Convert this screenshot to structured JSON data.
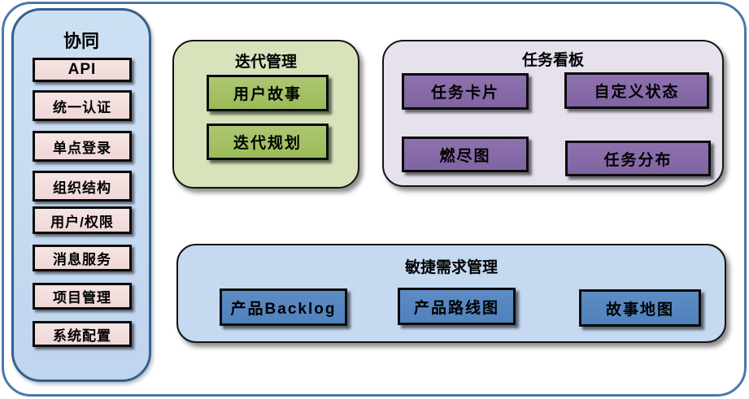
{
  "palette": {
    "outer_border": "#4a78ae",
    "sidebar_fill": "#c4d8ef",
    "sidebar_border": "#36608f",
    "sidebar_item_fill": "#f2dcdb",
    "iteration_panel_fill": "#d7e4bb",
    "iteration_box_fill": "#9bbb59",
    "taskboard_panel_fill": "#e6e1ed",
    "taskboard_box_fill": "#8064a2",
    "requirements_panel_fill": "#c5d9f1",
    "requirements_box_fill": "#4f81bd",
    "box_border": "#000000",
    "text": "#000000"
  },
  "sidebar": {
    "title": "协同",
    "items": [
      "API",
      "统一认证",
      "单点登录",
      "组织结构",
      "用户/权限",
      "消息服务",
      "项目管理",
      "系统配置"
    ]
  },
  "panels": {
    "iteration": {
      "title": "迭代管理",
      "items": [
        "用户故事",
        "迭代规划"
      ]
    },
    "taskboard": {
      "title": "任务看板",
      "items": [
        "任务卡片",
        "自定义状态",
        "燃尽图",
        "任务分布"
      ]
    },
    "requirements": {
      "title": "敏捷需求管理",
      "items": [
        "产品Backlog",
        "产品路线图",
        "故事地图"
      ]
    }
  }
}
